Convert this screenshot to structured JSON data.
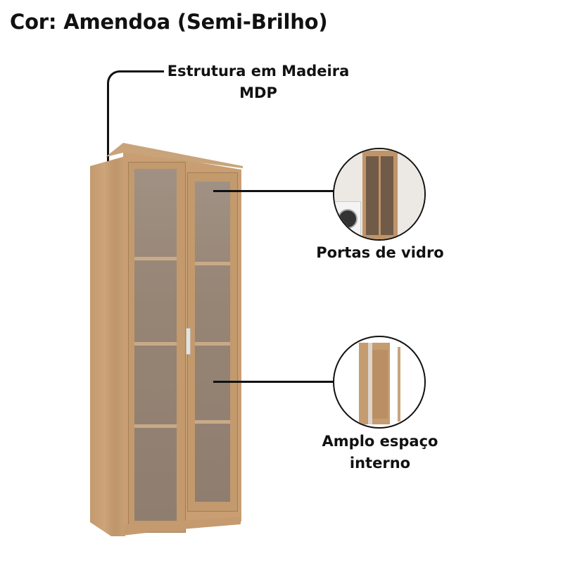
{
  "title": "Cor: Amendoa (Semi-Brilho)",
  "callouts": {
    "structure": {
      "line1": "Estrutura em Madeira",
      "line2": "MDP"
    },
    "glass_doors": {
      "label": "Portas de vidro",
      "image": "cabinet-in-laundry-room"
    },
    "interior": {
      "line1": "Amplo espaço",
      "line2": "interno",
      "image": "cabinet-open-doors"
    }
  },
  "colors": {
    "wood": "#c89e72",
    "glass": "#968474",
    "text": "#111111",
    "background": "#ffffff"
  }
}
